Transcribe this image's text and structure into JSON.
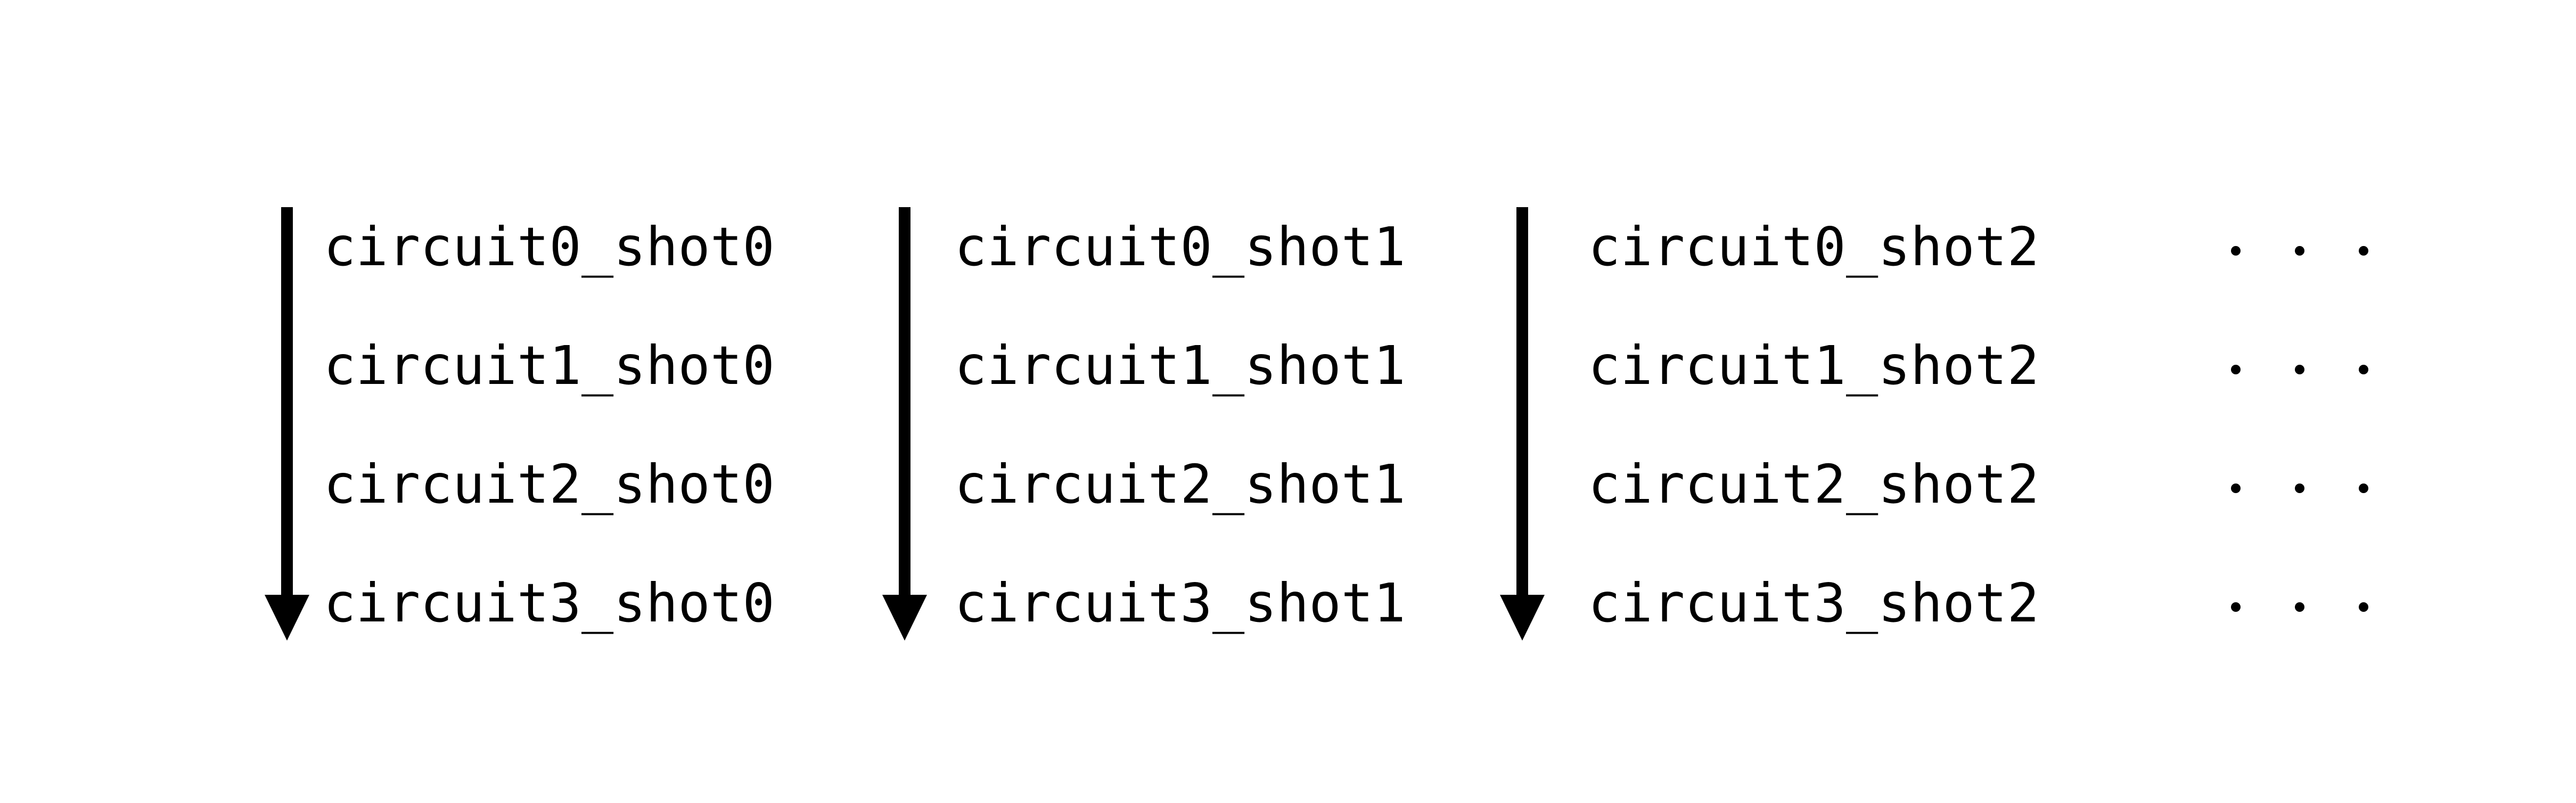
{
  "diagram": {
    "background_color": "#ffffff",
    "ink_color": "#000000",
    "description": "Three downward execution-order arrows, each listing circuit shots run top to bottom, with ellipsis dots indicating more shot columns",
    "columns": [
      {
        "id": "shot0",
        "labels": [
          "circuit0_shot0",
          "circuit1_shot0",
          "circuit2_shot0",
          "circuit3_shot0"
        ]
      },
      {
        "id": "shot1",
        "labels": [
          "circuit0_shot1",
          "circuit1_shot1",
          "circuit2_shot1",
          "circuit3_shot1"
        ]
      },
      {
        "id": "shot2",
        "labels": [
          "circuit0_shot2",
          "circuit1_shot2",
          "circuit2_shot2",
          "circuit3_shot2"
        ]
      }
    ],
    "ellipsis": {
      "rows": 4,
      "dots_per_row": 3
    }
  }
}
